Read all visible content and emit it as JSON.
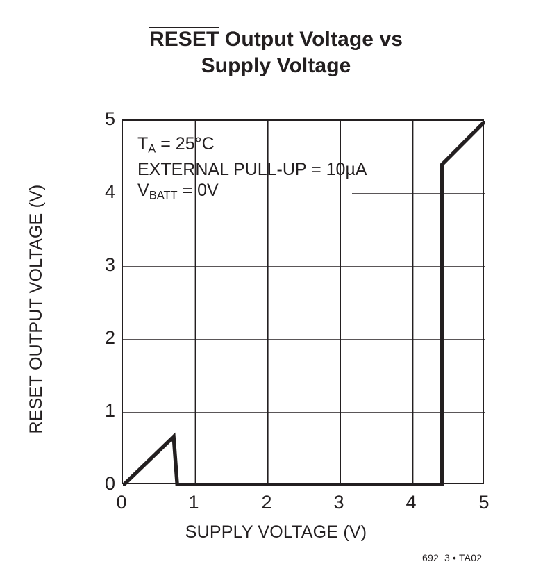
{
  "title": {
    "line1_overlined": "RESET",
    "line1_rest": " Output Voltage vs",
    "line2": "Supply Voltage"
  },
  "annotation": {
    "line1_pre": "T",
    "line1_sub": "A",
    "line1_post": " = 25°C",
    "line2": "EXTERNAL PULL-UP = 10µA",
    "line3_pre": "V",
    "line3_sub": "BATT",
    "line3_post": " = 0V"
  },
  "axes": {
    "x_title": "SUPPLY VOLTAGE (V)",
    "y_title_overlined": "RESET",
    "y_title_rest": " OUTPUT VOLTAGE (V)",
    "x_ticks": [
      "0",
      "1",
      "2",
      "3",
      "4",
      "5"
    ],
    "y_ticks": [
      "0",
      "1",
      "2",
      "3",
      "4",
      "5"
    ]
  },
  "footer": {
    "code": "692_3 • TA02"
  },
  "colors": {
    "ink": "#231f20",
    "grid": "#231f20",
    "background": "#ffffff"
  },
  "chart_data": {
    "type": "line",
    "title": "RESET Output Voltage vs Supply Voltage",
    "xlabel": "SUPPLY VOLTAGE (V)",
    "ylabel": "RESET OUTPUT VOLTAGE (V)",
    "xlim": [
      0,
      5
    ],
    "ylim": [
      0,
      5
    ],
    "xticks": [
      0,
      1,
      2,
      3,
      4,
      5
    ],
    "yticks": [
      0,
      1,
      2,
      3,
      4,
      5
    ],
    "grid": true,
    "legend": null,
    "series": [
      {
        "name": "RESET output voltage",
        "points": [
          [
            0.0,
            0.0
          ],
          [
            0.7,
            0.67
          ],
          [
            0.75,
            0.0
          ],
          [
            4.4,
            0.0
          ],
          [
            4.4,
            4.4
          ],
          [
            5.0,
            5.0
          ]
        ]
      }
    ],
    "annotations": [
      "T_A = 25°C",
      "EXTERNAL PULL-UP = 10µA",
      "V_BATT = 0V"
    ]
  }
}
